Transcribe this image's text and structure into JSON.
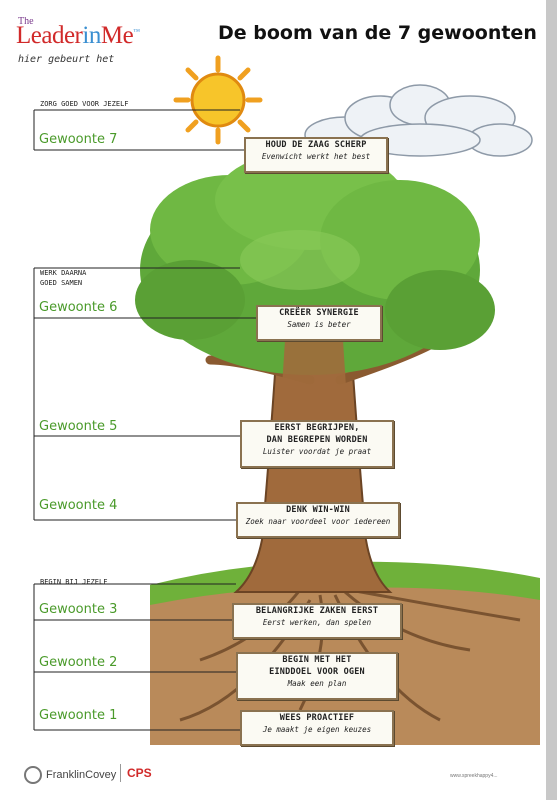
{
  "logo": {
    "the": "The",
    "leader": "Leader",
    "in": "in",
    "me": "Me",
    "tm": "™",
    "tagline": "hier gebeurt het"
  },
  "title": "De boom van de 7 gewoonten",
  "sections": [
    {
      "label_lines": [
        "ZORG GOED VOOR JEZELF"
      ]
    },
    {
      "label_lines": [
        "WERK DAARNA",
        "GOED SAMEN"
      ]
    },
    {
      "label_lines": [
        "BEGIN BIJ JEZELF"
      ]
    }
  ],
  "habits": [
    {
      "label": "Gewoonte 7",
      "title": "HOUD DE ZAAG SCHERP",
      "subtitle": "Evenwicht werkt het best"
    },
    {
      "label": "Gewoonte 6",
      "title": "CREËER SYNERGIE",
      "subtitle": "Samen is beter"
    },
    {
      "label": "Gewoonte 5",
      "title_lines": [
        "EERST BEGRIJPEN,",
        "DAN BEGREPEN WORDEN"
      ],
      "subtitle": "Luister voordat je praat"
    },
    {
      "label": "Gewoonte 4",
      "title": "DENK WIN-WIN",
      "subtitle": "Zoek naar voordeel voor iedereen"
    },
    {
      "label": "Gewoonte 3",
      "title": "BELANGRIJKE ZAKEN EERST",
      "subtitle": "Eerst werken, dan spelen"
    },
    {
      "label": "Gewoonte 2",
      "title_lines": [
        "BEGIN MET HET",
        "EINDDOEL VOOR OGEN"
      ],
      "subtitle": "Maak een plan"
    },
    {
      "label": "Gewoonte 1",
      "title": "WEES PROACTIEF",
      "subtitle": "Je maakt je eigen keuzes"
    }
  ],
  "footer": {
    "franklincovey": "FranklinCovey",
    "cps": "CPS",
    "url": "www.spreekhappy4..."
  },
  "colors": {
    "habit_green": "#4a9a2a",
    "logo_red": "#d12a2a",
    "logo_blue": "#3a8fd1"
  }
}
